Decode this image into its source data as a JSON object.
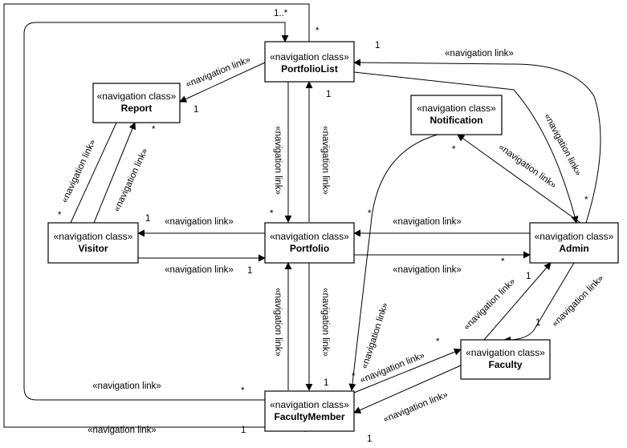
{
  "stereotype": "«navigation class»",
  "classes": {
    "portfoliolist": "PortfolioList",
    "report": "Report",
    "notification": "Notification",
    "visitor": "Visitor",
    "portfolio": "Portfolio",
    "admin": "Admin",
    "faculty": "Faculty",
    "facultymember": "FacultyMember"
  },
  "link_label": "«navigation link»",
  "multiplicities": {
    "one": "1",
    "many": "*",
    "one_or_more": "1..*"
  }
}
